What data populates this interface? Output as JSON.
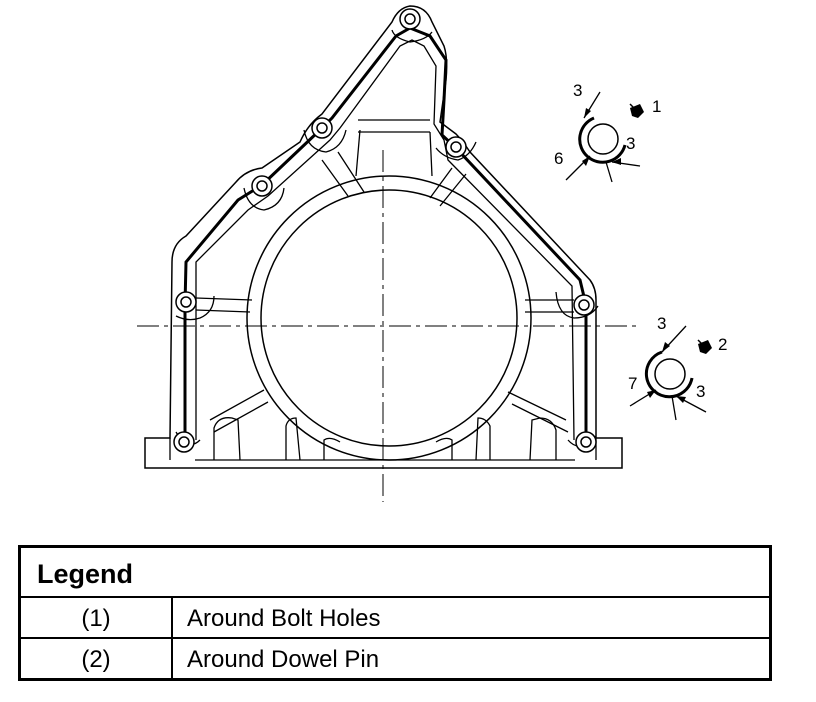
{
  "callouts": [
    {
      "index": "1",
      "dims": {
        "top": "3",
        "left": "6",
        "right": "3"
      }
    },
    {
      "index": "2",
      "dims": {
        "top": "3",
        "left": "7",
        "right": "3"
      }
    }
  ],
  "legend": {
    "title": "Legend",
    "rows": [
      {
        "key": "(1)",
        "text": "Around Bolt Holes"
      },
      {
        "key": "(2)",
        "text": "Around Dowel Pin"
      }
    ]
  },
  "colors": {
    "line": "#000000",
    "background": "#ffffff"
  }
}
